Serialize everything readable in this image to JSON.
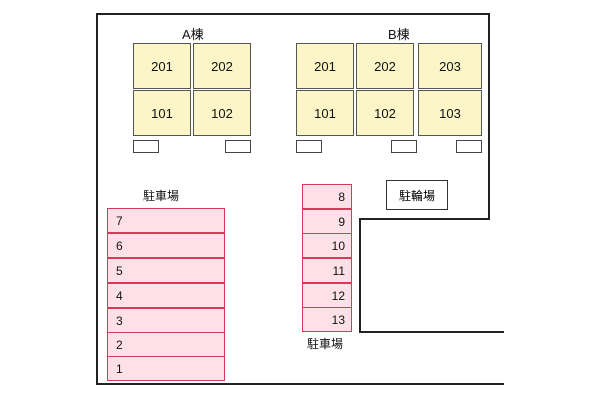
{
  "building_a": {
    "label": "A棟",
    "units": [
      "201",
      "202",
      "101",
      "102"
    ]
  },
  "building_b": {
    "label": "B棟",
    "units": [
      "201",
      "202",
      "203",
      "101",
      "102",
      "103"
    ]
  },
  "parking_left": {
    "label": "駐車場",
    "stalls": [
      "7",
      "6",
      "5",
      "4",
      "3",
      "2",
      "1"
    ]
  },
  "parking_right": {
    "label": "駐車場",
    "stalls": [
      "8",
      "9",
      "10",
      "11",
      "12",
      "13"
    ]
  },
  "bicycle_parking": {
    "label": "駐輪場"
  }
}
